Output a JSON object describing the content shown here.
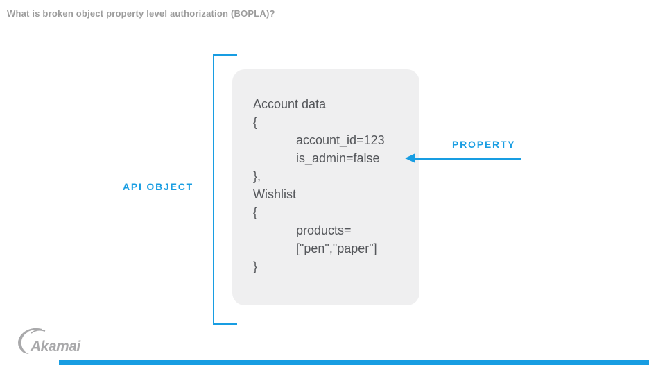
{
  "title": "What is broken object property level authorization (BOPLA)?",
  "labels": {
    "api_object": "API OBJECT",
    "property": "PROPERTY"
  },
  "code_block": {
    "lines": [
      {
        "text": "Account data",
        "indent": 0
      },
      {
        "text": "{",
        "indent": 0
      },
      {
        "text": "account_id=123",
        "indent": 1
      },
      {
        "text": "is_admin=false",
        "indent": 1
      },
      {
        "text": "},",
        "indent": 0
      },
      {
        "text": "Wishlist",
        "indent": 0
      },
      {
        "text": "{",
        "indent": 0
      },
      {
        "text": "products=",
        "indent": 1
      },
      {
        "text": "[\"pen\",\"paper\"]",
        "indent": 1
      },
      {
        "text": "}",
        "indent": 0
      }
    ]
  },
  "logo": {
    "text": "Akamai"
  },
  "colors": {
    "accent": "#189de2",
    "box_bg": "#efeff0",
    "code_text": "#54565a",
    "title_gray": "#9c9c9c",
    "logo_gray": "#a9a9ab",
    "bottom_bar": "#189de2"
  }
}
